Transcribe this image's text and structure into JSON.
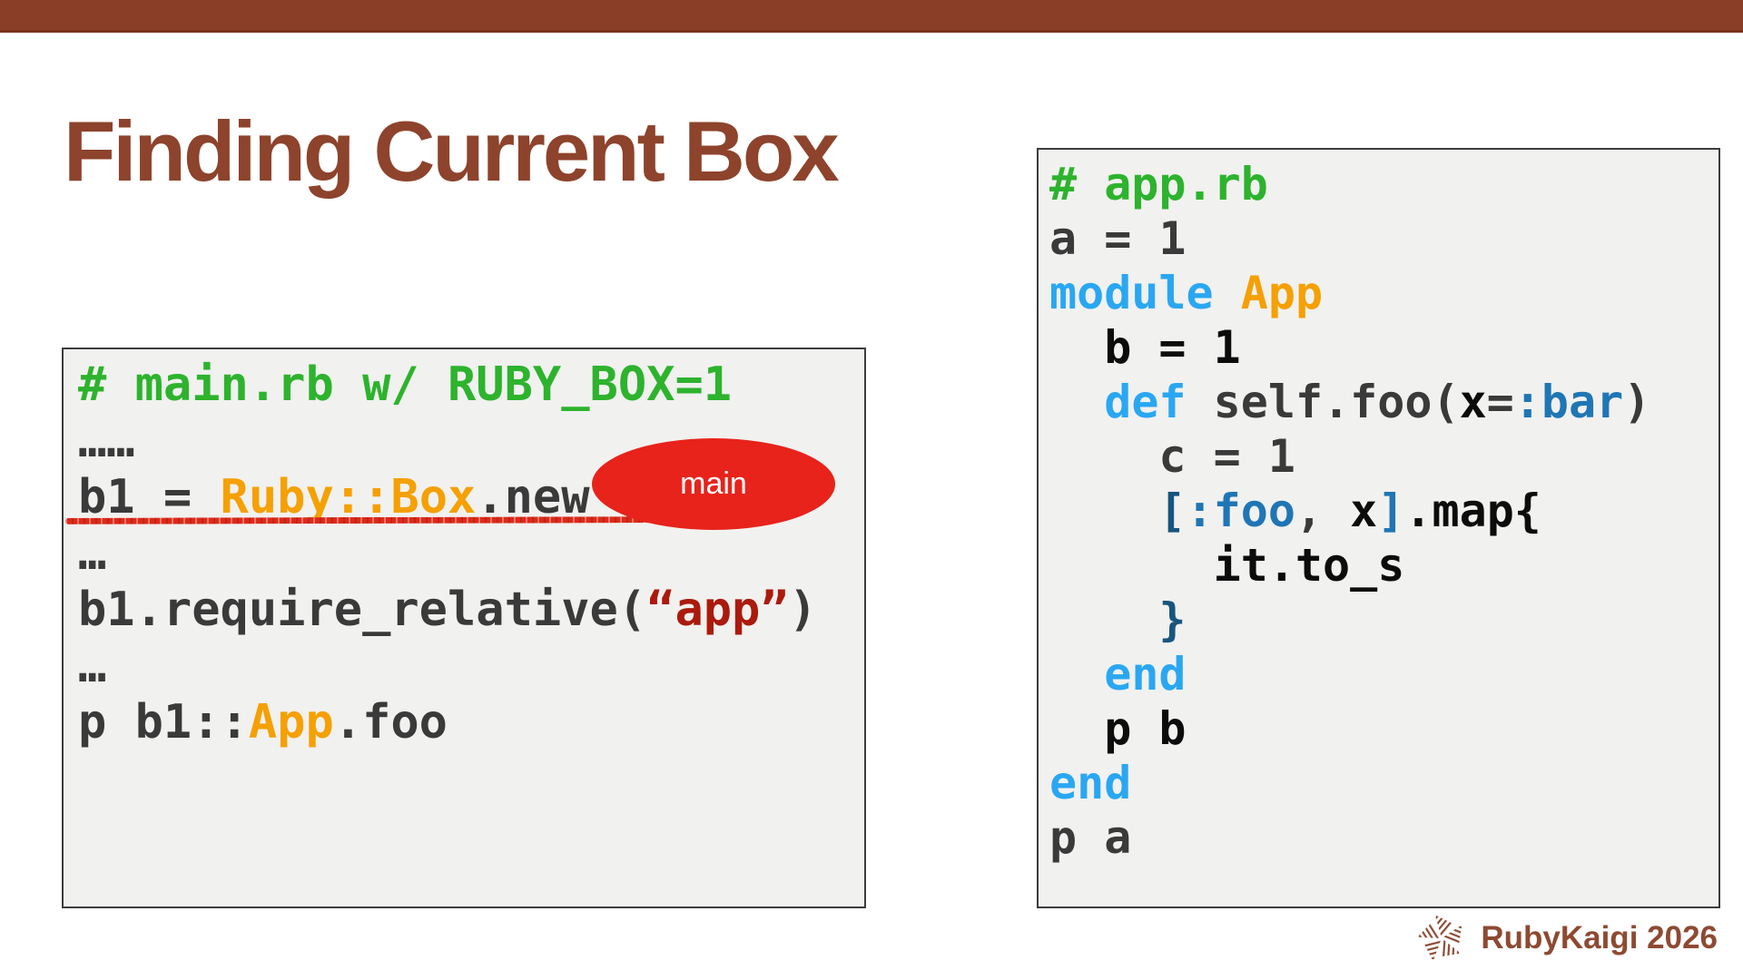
{
  "slide": {
    "title": "Finding Current Box"
  },
  "annotation": {
    "label": "main"
  },
  "footer": {
    "logo_text": "RubyKaigi 2026"
  },
  "colors": {
    "green": "#2db32d",
    "orange": "#f5a003",
    "gray": "#3a3a3a",
    "black": "#0c0c0c",
    "light_blue": "#2aa7f2",
    "mid_blue": "#1f76b4",
    "navy": "#17557e",
    "dark_red": "#ab1a0d",
    "accent_brown": "#8a3e27",
    "title_brown": "#8d432c",
    "annotation_red": "#e7231b"
  },
  "left_code": {
    "file_comment": "# main.rb w/ RUBY_BOX=1",
    "lines": [
      [
        {
          "t": "# main.rb w/ RUBY_BOX=1",
          "c": "green"
        }
      ],
      [
        {
          "t": "……",
          "c": "gray"
        }
      ],
      [
        {
          "t": "b1 = ",
          "c": "gray"
        },
        {
          "t": "Ruby::Box",
          "c": "orange"
        },
        {
          "t": ".new",
          "c": "gray"
        }
      ],
      [
        {
          "t": "…",
          "c": "gray"
        }
      ],
      [
        {
          "t": "b1.require_relative(",
          "c": "gray"
        },
        {
          "t": "“app”",
          "c": "dark_red"
        },
        {
          "t": ")",
          "c": "gray"
        }
      ],
      [
        {
          "t": "…",
          "c": "gray"
        }
      ],
      [
        {
          "t": "p b1::",
          "c": "gray"
        },
        {
          "t": "App",
          "c": "orange"
        },
        {
          "t": ".foo",
          "c": "gray"
        }
      ]
    ]
  },
  "right_code": {
    "file_comment": "# app.rb",
    "lines": [
      [
        {
          "t": "# app.rb",
          "c": "green"
        }
      ],
      [
        {
          "t": "a = 1",
          "c": "gray"
        }
      ],
      [
        {
          "t": "module",
          "c": "light_blue"
        },
        {
          "t": " ",
          "c": "gray"
        },
        {
          "t": "App",
          "c": "orange"
        }
      ],
      [
        {
          "t": "  ",
          "c": "gray"
        },
        {
          "t": "b = 1",
          "c": "black"
        }
      ],
      [
        {
          "t": "  ",
          "c": "gray"
        },
        {
          "t": "def",
          "c": "light_blue"
        },
        {
          "t": " self.foo(",
          "c": "gray"
        },
        {
          "t": "x",
          "c": "black"
        },
        {
          "t": "=",
          "c": "gray"
        },
        {
          "t": ":bar",
          "c": "mid_blue"
        },
        {
          "t": ")",
          "c": "gray"
        }
      ],
      [
        {
          "t": "    c = 1",
          "c": "gray"
        }
      ],
      [
        {
          "t": "    ",
          "c": "gray"
        },
        {
          "t": "[",
          "c": "navy"
        },
        {
          "t": ":foo",
          "c": "mid_blue"
        },
        {
          "t": ", ",
          "c": "gray"
        },
        {
          "t": "x",
          "c": "black"
        },
        {
          "t": "]",
          "c": "mid_blue"
        },
        {
          "t": ".map{",
          "c": "black"
        }
      ],
      [
        {
          "t": "      it.to_s",
          "c": "black"
        }
      ],
      [
        {
          "t": "    }",
          "c": "navy"
        }
      ],
      [
        {
          "t": "  ",
          "c": "gray"
        },
        {
          "t": "end",
          "c": "light_blue"
        }
      ],
      [
        {
          "t": "  ",
          "c": "gray"
        },
        {
          "t": "p b",
          "c": "black"
        }
      ],
      [
        {
          "t": "end",
          "c": "light_blue"
        }
      ],
      [
        {
          "t": "p a",
          "c": "gray"
        }
      ]
    ]
  }
}
